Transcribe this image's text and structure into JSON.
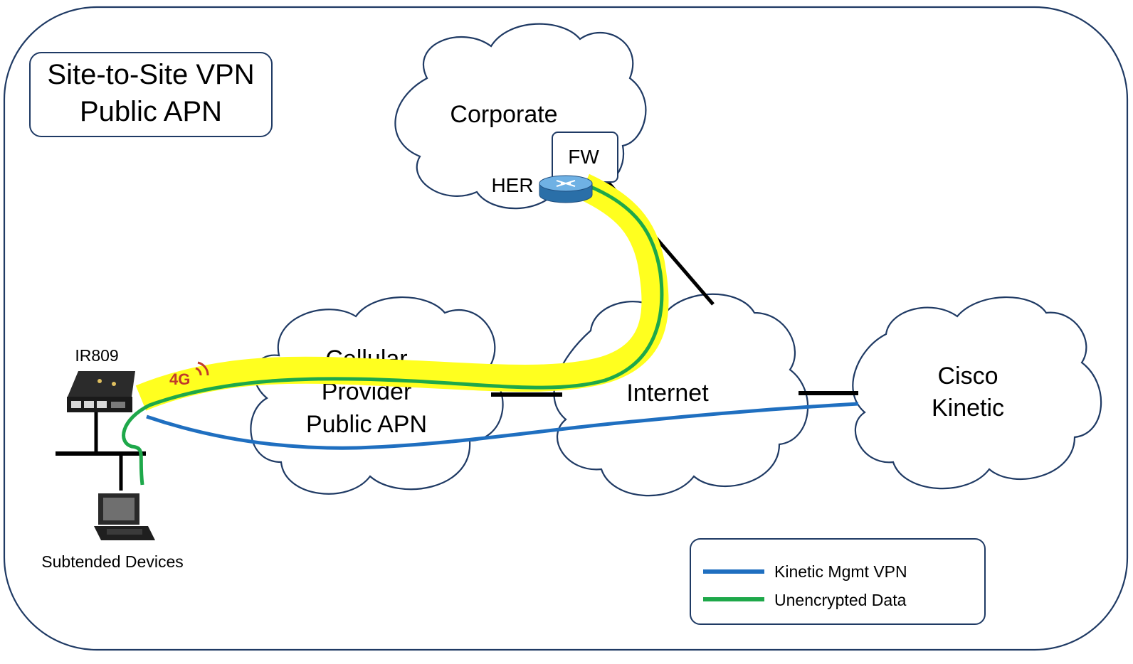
{
  "title": {
    "line1": "Site-to-Site VPN",
    "line2": "Public APN"
  },
  "clouds": {
    "corporate": "Corporate",
    "cellular": [
      "Cellular",
      "Provider",
      "Public APN"
    ],
    "internet": "Internet",
    "kinetic": [
      "Cisco",
      "Kinetic"
    ]
  },
  "nodes": {
    "fw": "FW",
    "her": "HER",
    "router": "IR809",
    "cellular_badge": "4G",
    "subtended": "Subtended Devices"
  },
  "legend": {
    "items": [
      {
        "label": "Kinetic Mgmt VPN",
        "color": "#1f6fc0"
      },
      {
        "label": "Unencrypted Data",
        "color": "#1ea84a"
      }
    ]
  },
  "colors": {
    "outline": "#1f3a64",
    "tunnel_highlight": "#ffff1f",
    "links": "#000000"
  }
}
